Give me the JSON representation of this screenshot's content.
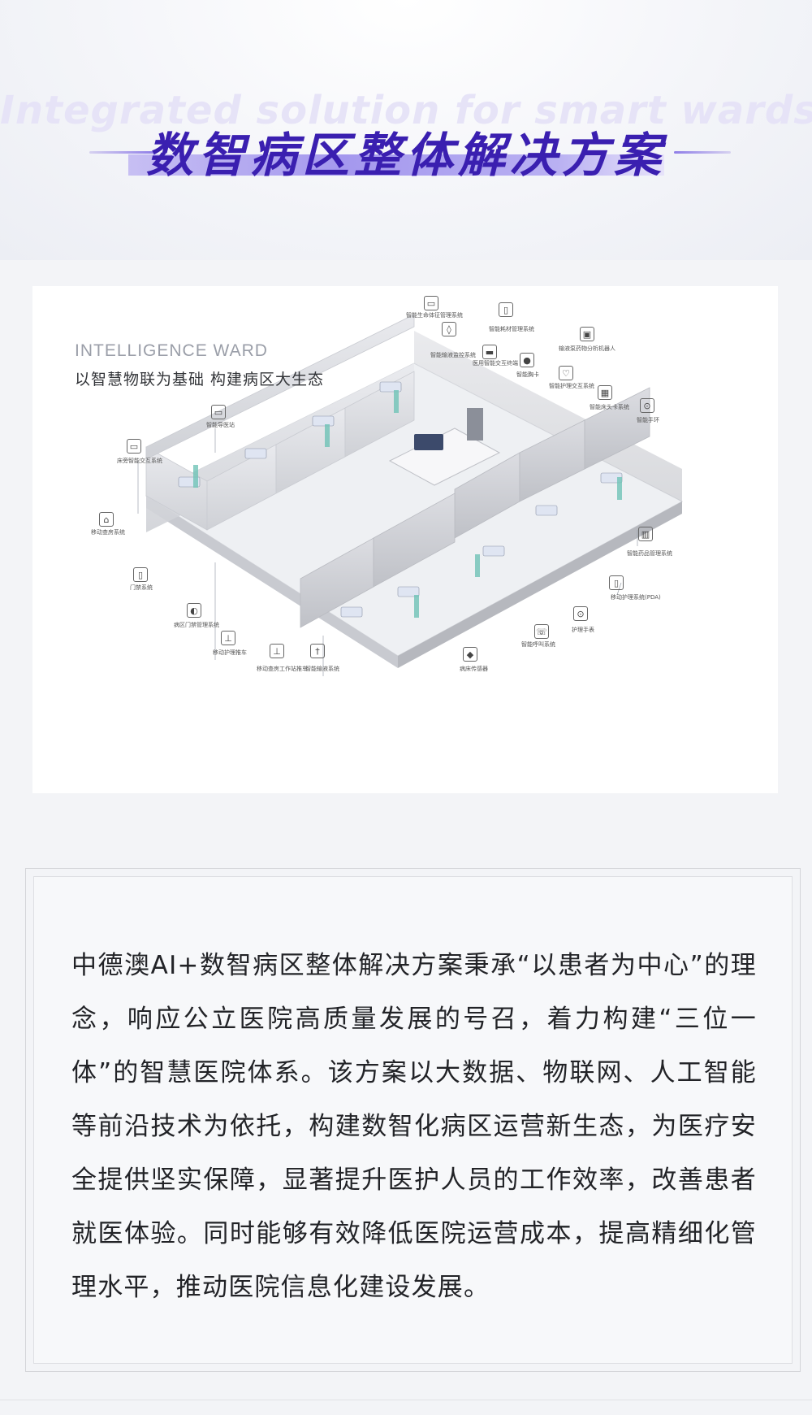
{
  "header": {
    "watermark": "Integrated solution for smart wards",
    "title": "数智病区整体解决方案"
  },
  "diagram": {
    "subtitle_en": "INTELLIGENCE WARD",
    "subtitle_cn": "以智慧物联为基础  构建病区大生态",
    "labels": [
      {
        "text": "智能生命体征管理系统",
        "icon": "monitor-icon"
      },
      {
        "text": "智能耗材管理系统",
        "icon": "cabinet-icon"
      },
      {
        "text": "智能输液监控系统",
        "icon": "iv-bag-icon"
      },
      {
        "text": "输液泵药物分析机器人",
        "icon": "pump-icon"
      },
      {
        "text": "医用智能交互终端",
        "icon": "router-icon"
      },
      {
        "text": "智能胸卡",
        "icon": "badge-icon"
      },
      {
        "text": "智能护理交互系统",
        "icon": "heart-icon"
      },
      {
        "text": "智能床头卡系统",
        "icon": "chip-icon"
      },
      {
        "text": "智能手环",
        "icon": "band-icon"
      },
      {
        "text": "智能导医站",
        "icon": "kiosk-icon"
      },
      {
        "text": "床旁智能交互系统",
        "icon": "screen-icon"
      },
      {
        "text": "移动查房系统",
        "icon": "home-icon"
      },
      {
        "text": "门禁系统",
        "icon": "door-icon"
      },
      {
        "text": "病区门禁管理系统",
        "icon": "access-icon"
      },
      {
        "text": "移动护理推车",
        "icon": "cart-icon"
      },
      {
        "text": "移动查房工作站推车",
        "icon": "workstation-icon"
      },
      {
        "text": "智能输液系统",
        "icon": "iv-stand-icon"
      },
      {
        "text": "智能药品管理系统",
        "icon": "drug-icon"
      },
      {
        "text": "移动护理系统(PDA)",
        "icon": "pda-icon"
      },
      {
        "text": "护理手表",
        "icon": "watch-icon"
      },
      {
        "text": "智能呼叫系统",
        "icon": "call-icon"
      },
      {
        "text": "病床传感器",
        "icon": "sensor-icon"
      }
    ]
  },
  "description": "中德澳AI+数智病区整体解决方案秉承“以患者为中心”的理念，响应公立医院高质量发展的号召，着力构建“三位一体”的智慧医院体系。该方案以大数据、物联网、人工智能等前沿技术为依托，构建数智化病区运营新生态，为医疗安全提供坚实保障，显著提升医护人员的工作效率，改善患者就医体验。同时能够有效降低医院运营成本，提高精细化管理水平，推动医院信息化建设发展。"
}
